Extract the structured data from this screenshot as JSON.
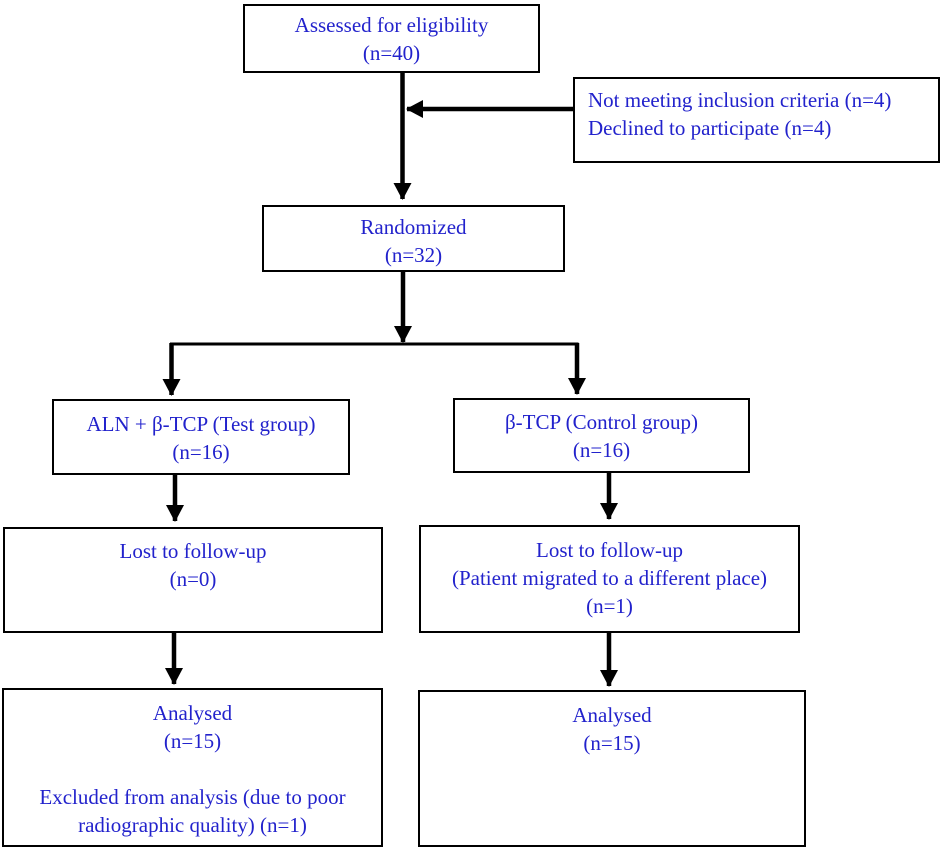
{
  "flowchart": {
    "kind": "consort-flow-diagram",
    "colors": {
      "text": "#2222CC",
      "box_border": "#000000",
      "arrow": "#000000",
      "background": "#FFFFFF"
    },
    "boxes": {
      "assessed": {
        "lines": [
          "Assessed for eligibility",
          "(n=40)"
        ]
      },
      "exclusions": {
        "lines": [
          "Not meeting inclusion criteria (n=4)",
          "Declined to participate (n=4)"
        ]
      },
      "randomized": {
        "lines": [
          "Randomized",
          "(n=32)"
        ]
      },
      "test_group": {
        "lines": [
          "ALN + β-TCP (Test group)",
          "(n=16)"
        ]
      },
      "control_group": {
        "lines": [
          "β-TCP (Control group)",
          "(n=16)"
        ]
      },
      "lost_test": {
        "lines": [
          "Lost to follow-up",
          "(n=0)"
        ]
      },
      "lost_control": {
        "lines": [
          "Lost to follow-up",
          "(Patient migrated to a different place)",
          "(n=1)"
        ]
      },
      "analysed_test": {
        "para1": [
          "Analysed",
          "(n=15)"
        ],
        "para2": [
          "Excluded from analysis (due to poor",
          "radiographic quality) (n=1)"
        ]
      },
      "analysed_control": {
        "lines": [
          "Analysed",
          "(n=15)"
        ]
      }
    }
  }
}
